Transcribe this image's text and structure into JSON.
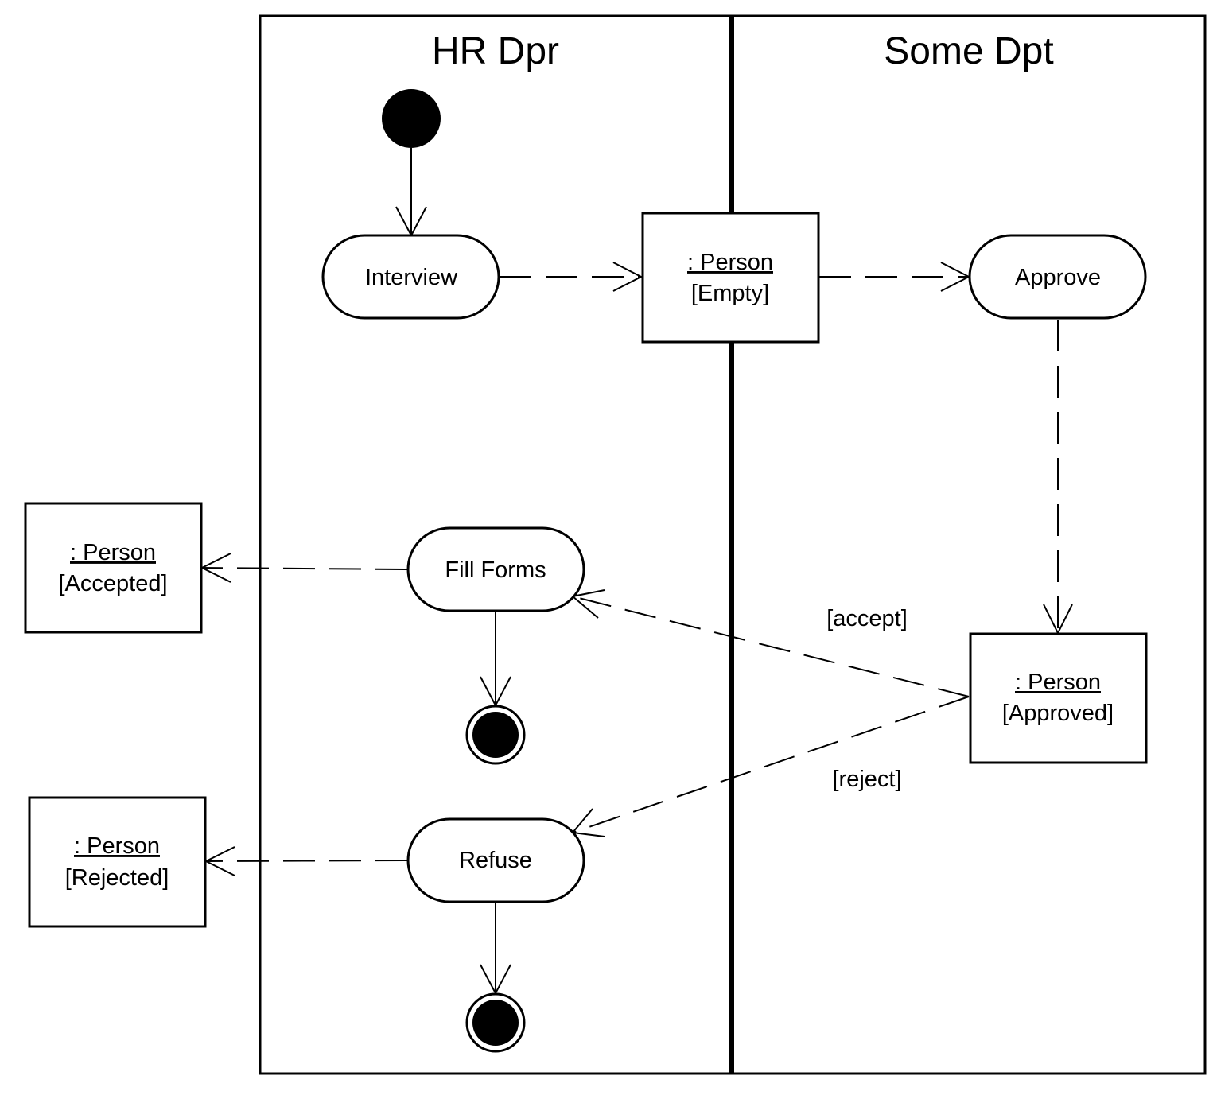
{
  "lanes": {
    "left_title": "HR Dpr",
    "right_title": "Some Dpt"
  },
  "actions": {
    "interview": "Interview",
    "approve": "Approve",
    "fill_forms": "Fill Forms",
    "refuse": "Refuse"
  },
  "objects": {
    "person_empty": {
      "name": ": Person",
      "state": "[Empty]"
    },
    "person_approved": {
      "name": ": Person",
      "state": "[Approved]"
    },
    "person_accepted": {
      "name": ": Person",
      "state": "[Accepted]"
    },
    "person_rejected": {
      "name": ": Person",
      "state": "[Rejected]"
    }
  },
  "guards": {
    "accept": "[accept]",
    "reject": "[reject]"
  },
  "colors": {
    "stroke": "#000000",
    "background": "#ffffff"
  }
}
